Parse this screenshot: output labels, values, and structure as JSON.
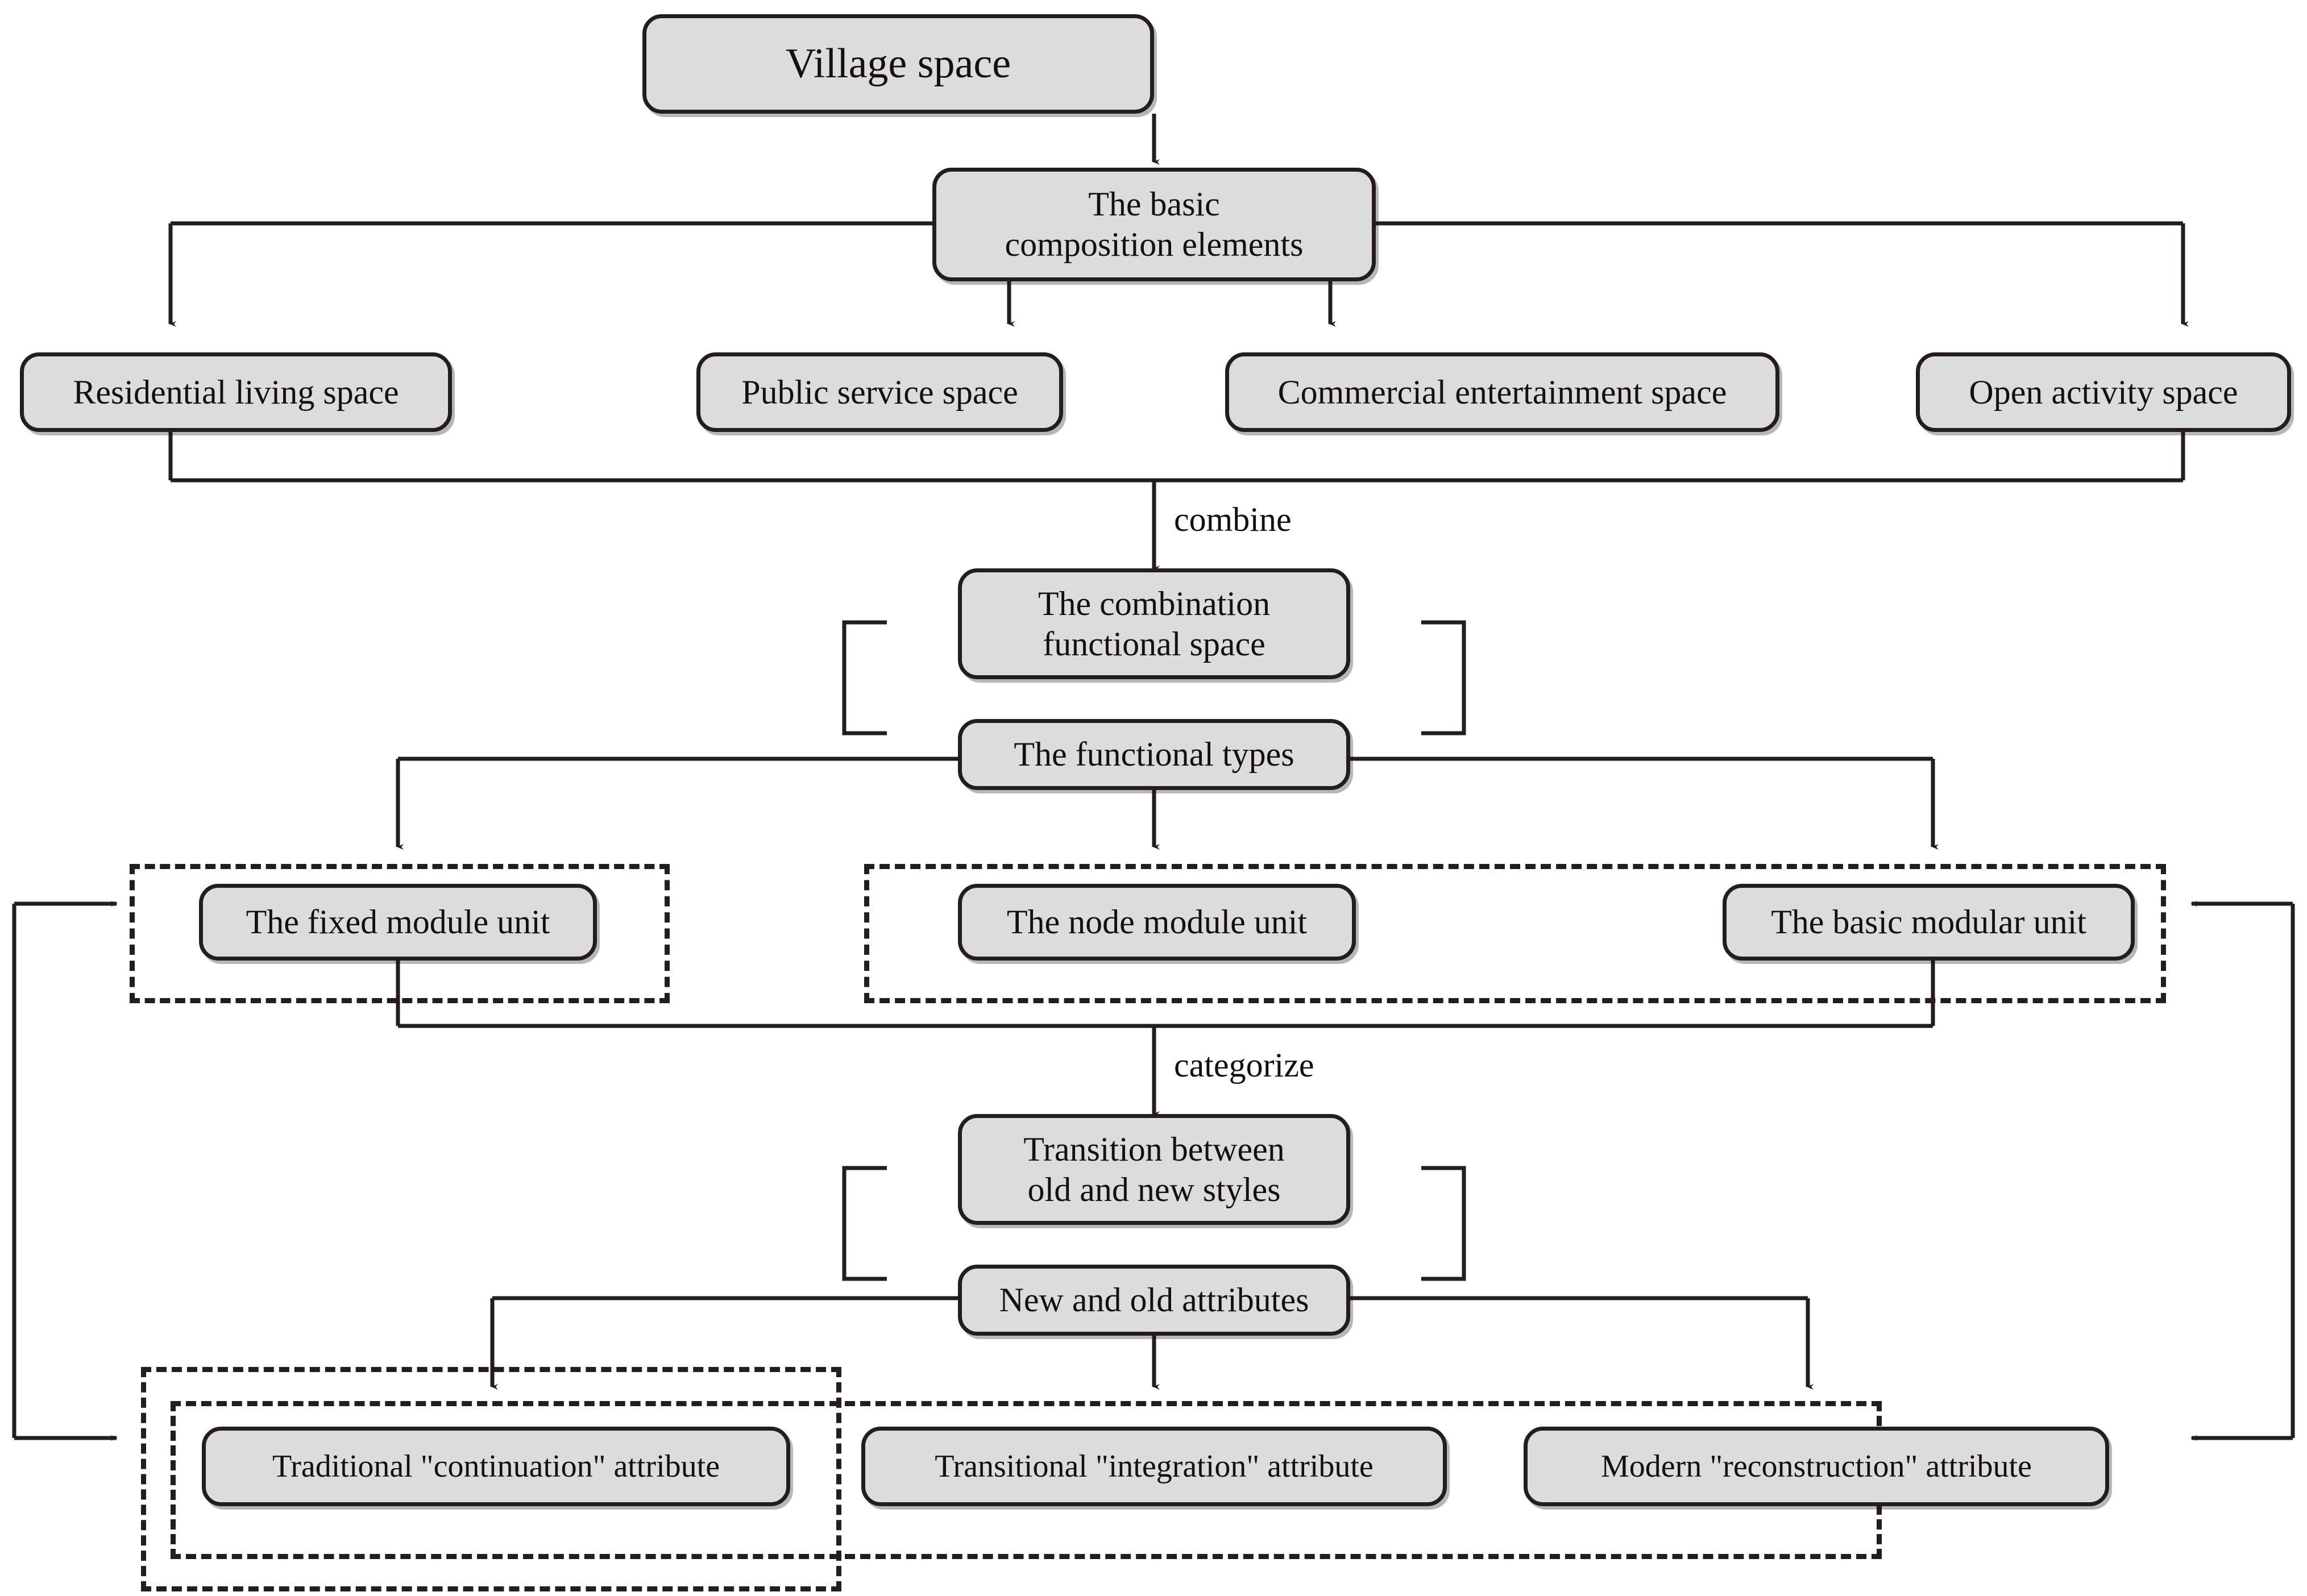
{
  "diagram": {
    "title": "Village space composition flowchart",
    "colors": {
      "node_fill": "#dcdcdc",
      "node_stroke": "#241d1b",
      "background": "#ffffff",
      "text": "#15100f"
    },
    "nodes": {
      "root": {
        "label": "Village space"
      },
      "basic_elements": {
        "label": "The basic\ncomposition elements"
      },
      "residential": {
        "label": "Residential living space"
      },
      "public_service": {
        "label": "Public service space"
      },
      "commercial": {
        "label": "Commercial entertainment space"
      },
      "open_activity": {
        "label": "Open activity space"
      },
      "combination_space": {
        "label": "The combination\nfunctional space"
      },
      "functional_types": {
        "label": "The functional types"
      },
      "fixed_module": {
        "label": "The fixed module unit"
      },
      "node_module": {
        "label": "The node module unit"
      },
      "basic_modular": {
        "label": "The basic modular unit"
      },
      "transition": {
        "label": "Transition between\nold and new styles"
      },
      "new_old_attributes": {
        "label": "New and old attributes"
      },
      "traditional": {
        "label": "Traditional \"continuation\" attribute"
      },
      "transitional": {
        "label": "Transitional \"integration\" attribute"
      },
      "modern": {
        "label": "Modern \"reconstruction\" attribute"
      }
    },
    "edge_labels": {
      "combine": "combine",
      "categorize": "categorize"
    }
  }
}
